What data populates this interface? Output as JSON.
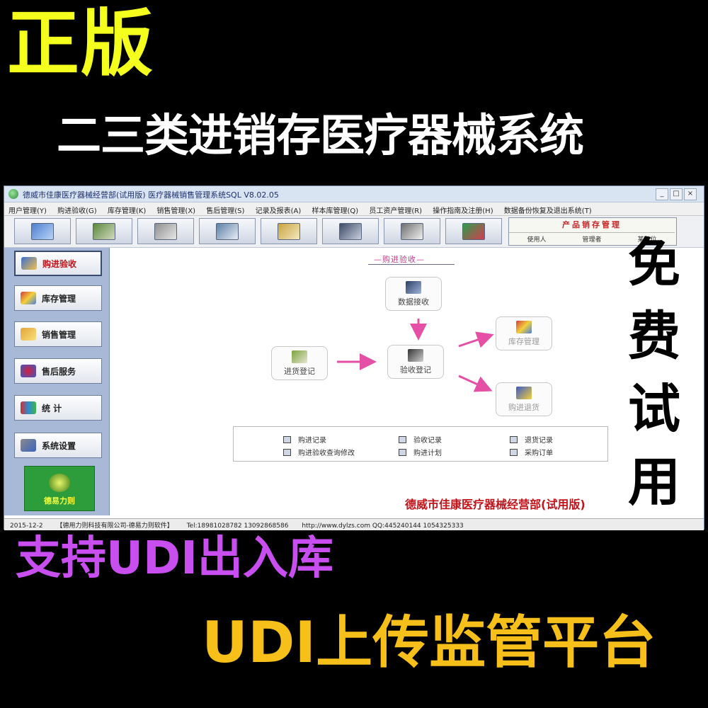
{
  "promo": {
    "headline": "正版",
    "subtitle": "二三类进销存医疗器械系统",
    "vertical": [
      "免",
      "费",
      "试",
      "用"
    ],
    "udi_inout": "支持UDI出入库",
    "udi_upload": "UDI上传监管平台"
  },
  "window": {
    "title": "德威市佳康医疗器械经营部(试用版)  医疗器械销售管理系统SQL  V8.02.05",
    "buttons": [
      "_",
      "□",
      "×"
    ],
    "menu": [
      "用户管理(Y)",
      "购进验收(G)",
      "库存管理(K)",
      "销售管理(X)",
      "售后管理(S)",
      "记录及报表(A)",
      "样本库管理(Q)",
      "员工资产管理(R)",
      "操作指南及注册(H)",
      "数据备份恢复及退出系统(T)"
    ],
    "toolbar_icons": [
      "refresh-icon",
      "register-icon",
      "search-icon",
      "document-icon",
      "package-icon",
      "screen-icon",
      "phone-icon",
      "exit-icon"
    ],
    "info_panel": {
      "title": "产品销存管理",
      "fields": [
        "使用人",
        "管理者",
        "某单位"
      ]
    }
  },
  "sidebar": {
    "items": [
      {
        "label": "购进验收",
        "icon": "purchase-icon",
        "active": true
      },
      {
        "label": "库存管理",
        "icon": "inventory-icon",
        "active": false
      },
      {
        "label": "销售管理",
        "icon": "cart-icon",
        "active": false
      },
      {
        "label": "售后服务",
        "icon": "service-icon",
        "active": false
      },
      {
        "label": "统 计",
        "icon": "stats-icon",
        "active": false
      },
      {
        "label": "系统设置",
        "icon": "settings-icon",
        "active": false
      }
    ],
    "brand": "德易力则"
  },
  "flow": {
    "title": "—购进验收—",
    "nodes": {
      "data_receive": "数据接收",
      "purchase_register": "进货登记",
      "acceptance_register": "验收登记",
      "inventory": "库存管理",
      "purchase_return": "购进退货"
    },
    "links": [
      "购进记录",
      "验收记录",
      "退货记录",
      "购进验收查询修改",
      "购进计划",
      "采购订单"
    ]
  },
  "company": "德威市佳康医疗器械经营部(试用版)",
  "status": {
    "date": "2015-12-2",
    "vendor": "【德用力则科技有限公司-德易力则软件】",
    "tel": "Tel:18981028782 13092868586",
    "web": "http://www.dylzs.com QQ:445240144  1054325333"
  },
  "colors": {
    "headline": "#f4ff1e",
    "udi_inout": "#c84ef0",
    "udi_upload": "#f7bf1a",
    "arrow": "#e64fa6",
    "company": "#c0131a"
  }
}
